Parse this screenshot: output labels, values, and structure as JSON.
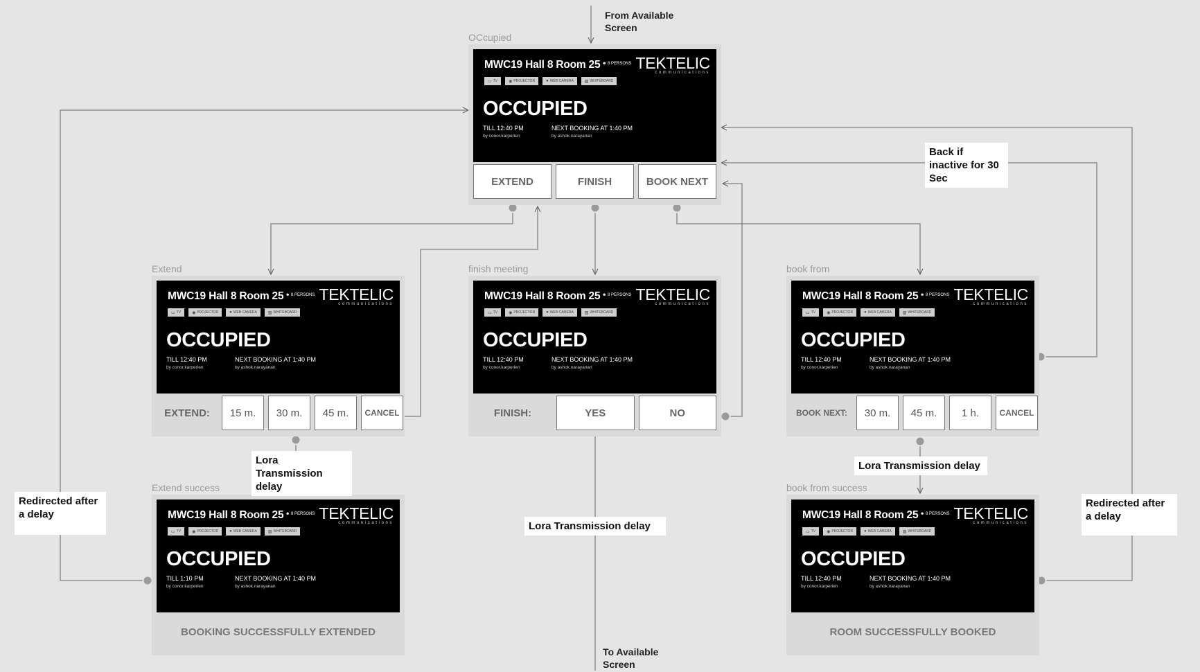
{
  "device": {
    "room": "MWC19 Hall 8 Room 25",
    "persons": "8 PERSONS",
    "brand": "TEKTELIC",
    "brand_sub": "communications",
    "amenities": [
      "TV",
      "PROJECTOR",
      "WEB CAMERA",
      "WHITEBOARD"
    ],
    "status": "OCCUPIED",
    "next_booking": "NEXT BOOKING AT 1:40 PM",
    "next_by": "by ashok.narayanan",
    "by": "by conor.karperien"
  },
  "frames": {
    "occupied": {
      "label": "OCcupied",
      "till": "TILL 12:40 PM",
      "buttons": [
        "EXTEND",
        "FINISH",
        "BOOK NEXT"
      ]
    },
    "extend": {
      "label": "Extend",
      "till": "TILL 12:40 PM",
      "action_label": "EXTEND:",
      "options": [
        "15 m.",
        "30 m.",
        "45 m."
      ],
      "cancel": "CANCEL"
    },
    "finish": {
      "label": "finish meeting",
      "till": "TILL 12:40 PM",
      "action_label": "FINISH:",
      "options": [
        "YES",
        "NO"
      ]
    },
    "book": {
      "label": "book from",
      "till": "TILL 12:40 PM",
      "action_label": "BOOK NEXT:",
      "options": [
        "30 m.",
        "45 m.",
        "1 h."
      ],
      "cancel": "CANCEL"
    },
    "extend_success": {
      "label": "Extend success",
      "till": "TILL 1:10 PM",
      "footer": "BOOKING SUCCESSFULLY EXTENDED"
    },
    "book_success": {
      "label": "book from success",
      "till": "TILL 12:40 PM",
      "footer": "ROOM SUCCESSFULLY BOOKED"
    }
  },
  "notes": {
    "from_available": "From Available Screen",
    "to_available": "To Available Screen",
    "back_inactive": "Back if inactive for 30 Sec",
    "lora_left": "Lora Transmission delay",
    "lora_center": "Lora Transmission delay",
    "lora_right": "Lora Transmission delay",
    "redirect_left": "Redirected after a delay",
    "redirect_right": "Redirected after a delay"
  }
}
